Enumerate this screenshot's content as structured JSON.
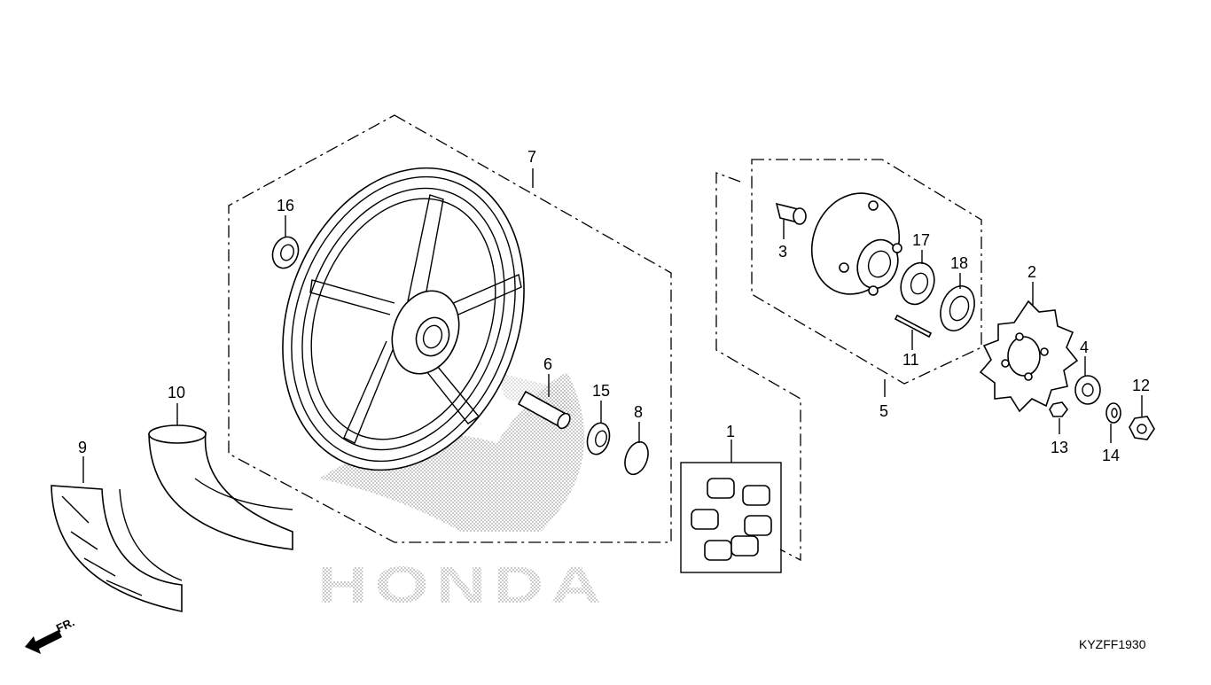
{
  "diagram": {
    "watermark_text": "HONDA",
    "front_indicator": "FR.",
    "figure_code": "KYZFF1930",
    "callouts": {
      "c1": "1",
      "c2": "2",
      "c3": "3",
      "c4": "4",
      "c5": "5",
      "c6": "6",
      "c7": "7",
      "c8": "8",
      "c9": "9",
      "c10": "10",
      "c11": "11",
      "c12": "12",
      "c13": "13",
      "c14": "14",
      "c15": "15",
      "c16": "16",
      "c17": "17",
      "c18": "18"
    }
  }
}
